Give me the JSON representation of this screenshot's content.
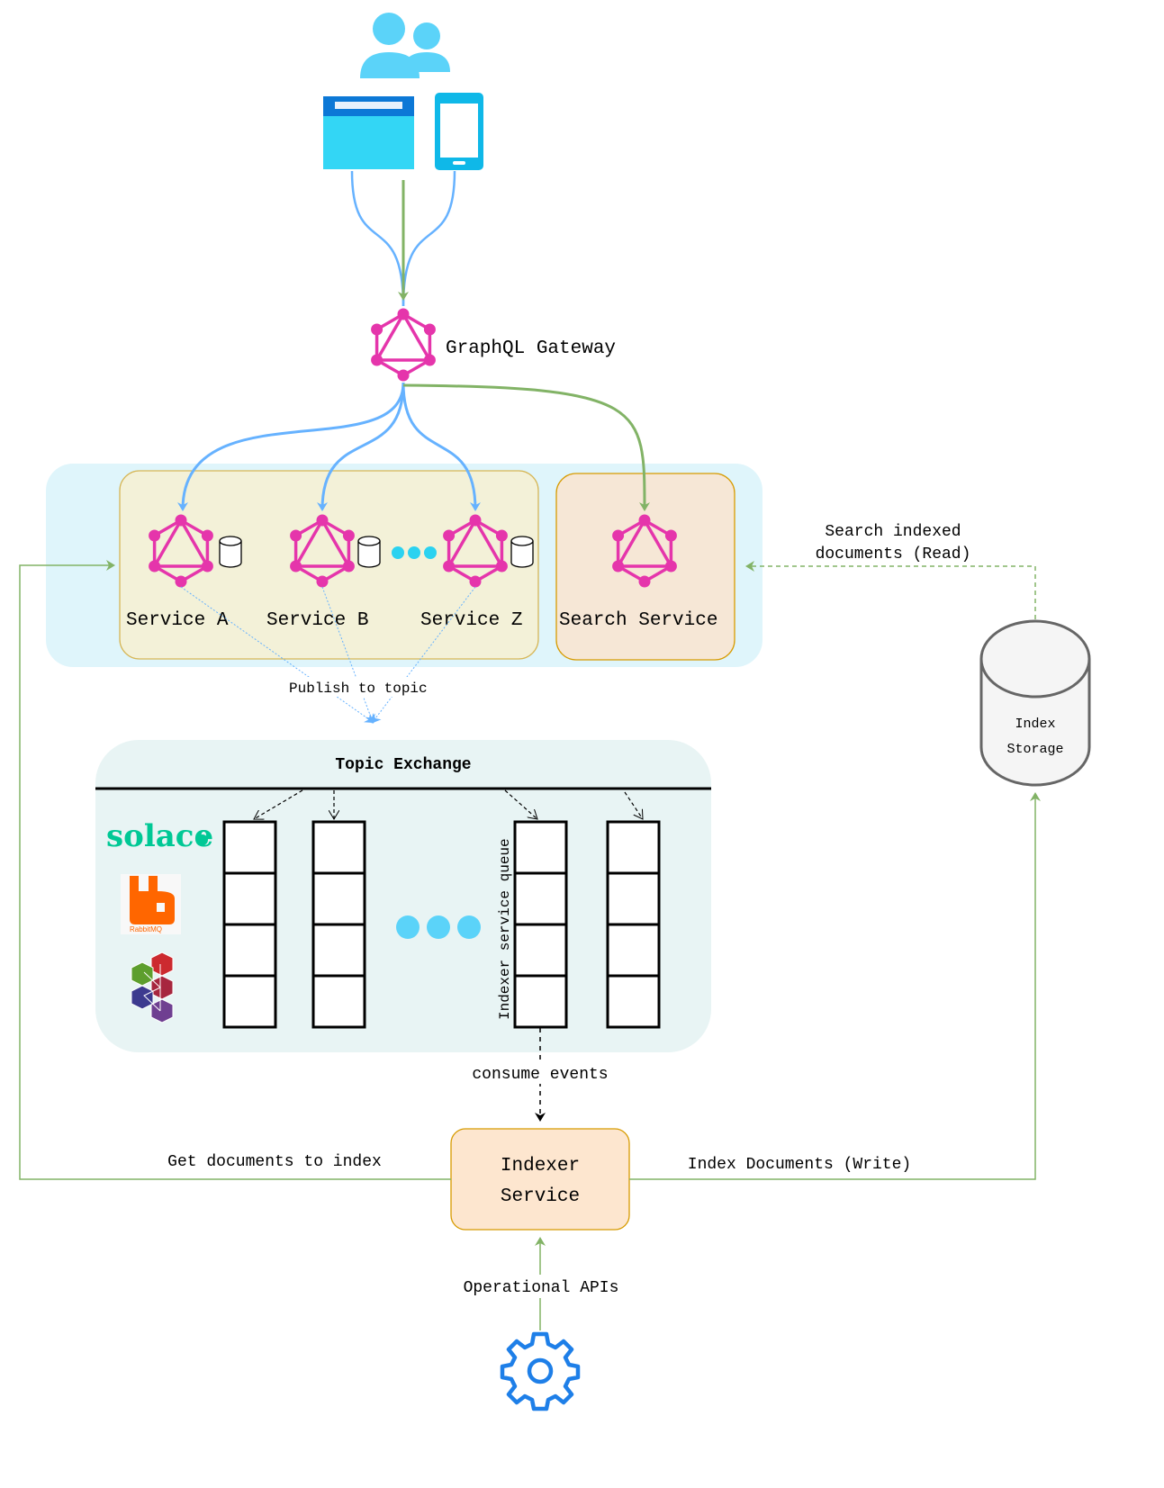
{
  "gateway": {
    "label": "GraphQL Gateway"
  },
  "services": [
    {
      "label": "Service A"
    },
    {
      "label": "Service B"
    },
    {
      "label": "Service Z"
    }
  ],
  "search_service": {
    "label": "Search Service"
  },
  "edges": {
    "publish": "Publish to topic",
    "search_read_line1": "Search indexed",
    "search_read_line2": "documents (Read)",
    "consume": "consume events",
    "get_docs": "Get documents to index",
    "index_write": "Index Documents (Write)",
    "operational": "Operational APIs"
  },
  "topic_exchange": {
    "title": "Topic Exchange",
    "queue_label": "Indexer service queue"
  },
  "brokers": {
    "solace": "solace",
    "rabbitmq": "RabbitMQ"
  },
  "indexer": {
    "line1": "Indexer",
    "line2": "Service"
  },
  "index_storage": {
    "line1": "Index",
    "line2": "Storage"
  },
  "icons": [
    "users-icon",
    "browser-icon",
    "mobile-phone-icon",
    "graphql-icon",
    "database-icon",
    "gear-icon",
    "solace-logo",
    "rabbitmq-logo",
    "kafka-logo"
  ],
  "colors": {
    "graphql": "#e535ab",
    "client_arrow": "#66b2ff",
    "read_arrow": "#82b366",
    "services_area": "#dff5fb",
    "services_group": "#f3f1d8",
    "search_service": "#f6e7d6",
    "topic_exchange": "#e8f4f4",
    "indexer": "#fde6cf",
    "accent": "#2bd2f0"
  }
}
